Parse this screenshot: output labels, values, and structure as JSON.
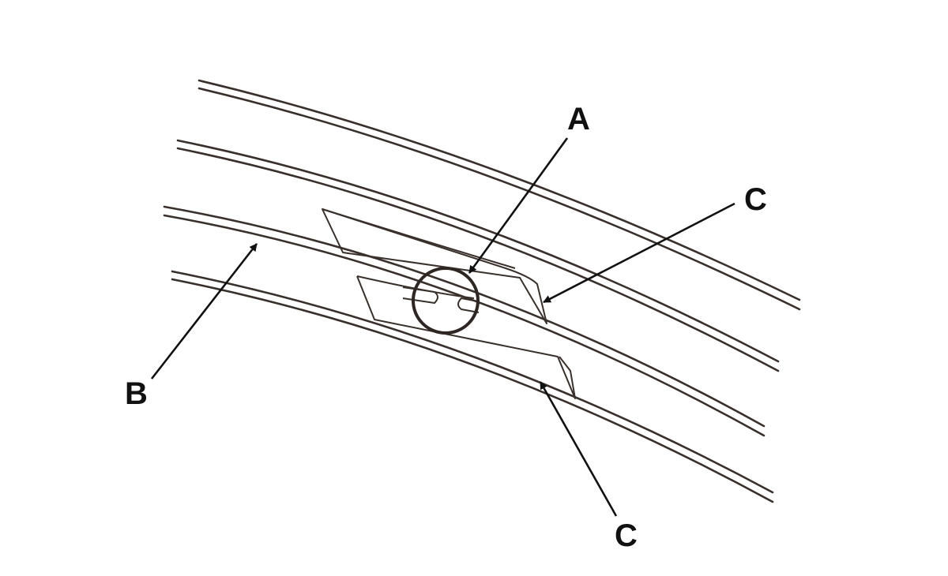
{
  "figure": {
    "callouts": {
      "a": "A",
      "b": "B",
      "c_upper": "C",
      "c_lower": "C"
    },
    "colors": {
      "line": "#3a302b",
      "text": "#111111",
      "background": "#ffffff"
    }
  }
}
